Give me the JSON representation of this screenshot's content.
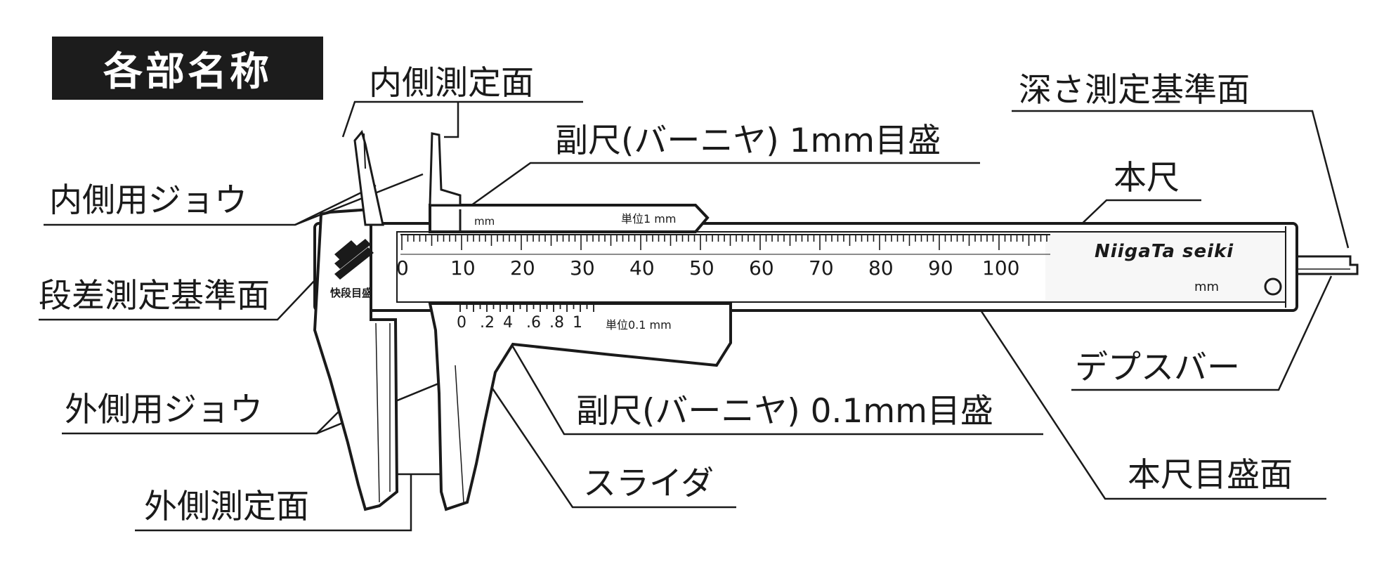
{
  "title": "各部名称",
  "brand": "NiigaTa seiki",
  "brand_mark_text": "快段目盛",
  "labels": {
    "inner_measuring_face": "内側測定面",
    "vernier_1mm": "副尺(バーニヤ) 1mm目盛",
    "depth_reference_face": "深さ測定基準面",
    "inner_jaw": "内側用ジョウ",
    "main_scale": "本尺",
    "step_reference_face": "段差測定基準面",
    "depth_bar": "デプスバー",
    "vernier_01mm": "副尺(バーニヤ) 0.1mm目盛",
    "outer_jaw": "外側用ジョウ",
    "main_scale_face": "本尺目盛面",
    "slider": "スライダ",
    "outer_measuring_face": "外側測定面"
  },
  "scale": {
    "numbers": [
      "0",
      "10",
      "20",
      "30",
      "40",
      "50",
      "60",
      "70",
      "80",
      "90",
      "100"
    ],
    "unit": "mm"
  },
  "vernier_top": {
    "unit_text": "mm",
    "unit_label": "単位1 mm"
  },
  "vernier_bottom": {
    "numbers": [
      "0",
      ".2",
      "4",
      ".6",
      ".8",
      "1"
    ],
    "unit_label": "単位0.1 mm"
  }
}
